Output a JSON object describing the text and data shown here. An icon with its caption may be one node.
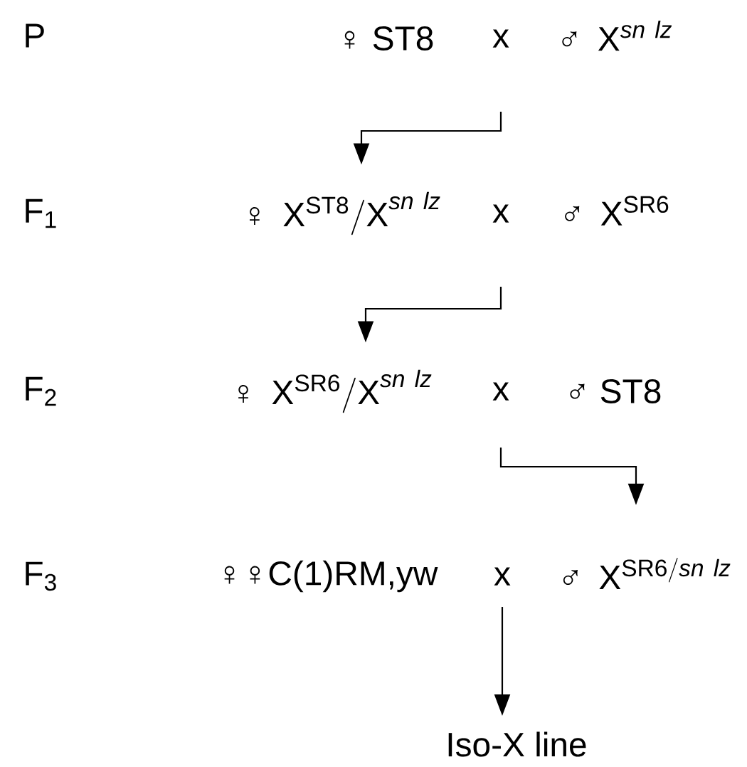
{
  "diagram": {
    "nodes": [
      {
        "text": [
          "♀ ST8"
        ]
      },
      {
        "text": [
          "x"
        ]
      },
      {
        "text": [
          "♂",
          "\\mathrm{X}^{\\mathit{sn\\ lz}}"
        ]
      },
      {
        "text": [
          "♀",
          "\\mathrm{X}^{\\mathrm{ST8}}\\mathrm{/X}^{\\mathit{sn\\ lz}}"
        ]
      },
      {
        "text": [
          "x"
        ]
      },
      {
        "text": [
          "♂",
          "\\mathrm{X}^{\\mathrm{SR6}}"
        ]
      },
      {
        "text": [
          "♀",
          "\\mathrm{X}^{\\mathrm{SR6}}\\mathrm{/X}^{\\mathit{sn\\ lz}}"
        ]
      },
      {
        "text": [
          "x"
        ]
      },
      {
        "text": [
          "♂ ST8"
        ]
      },
      {
        "text": [
          "♀♀C(1)RM,yw"
        ]
      },
      {
        "text": [
          "x"
        ]
      },
      {
        "text": [
          "♂",
          "\\mathrm{X}^{\\mathrm{SR6/}\\mathit{sn\\ lz}}"
        ]
      },
      {
        "text": [
          "Iso-X line"
        ]
      }
    ],
    "edges": [
      {
        "from": 1,
        "to": 3,
        "arrow": "to"
      },
      {
        "from": 4,
        "to": 6,
        "arrow": "to"
      },
      {
        "from": 7,
        "to": 11,
        "arrow": "to"
      },
      {
        "from": 10,
        "to": 12,
        "arrow": "to"
      }
    ],
    "labels": [
      "P",
      "F$_{1}$",
      "F$_{2}$",
      "F$_{3}$"
    ]
  }
}
